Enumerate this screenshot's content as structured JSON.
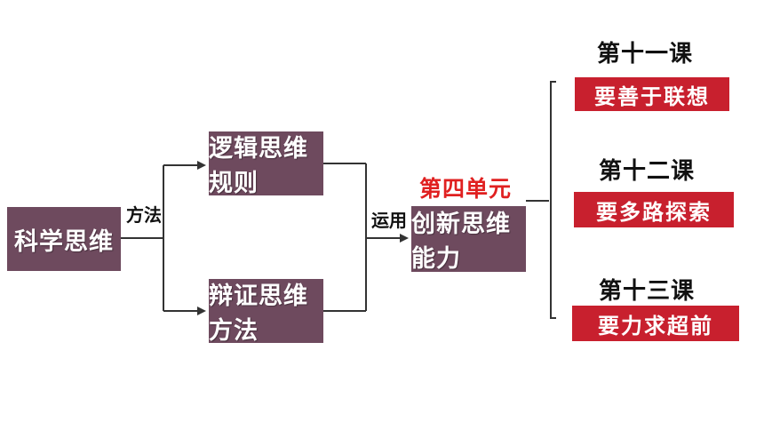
{
  "nodes": {
    "science_thinking": "科学思维",
    "logic_rules": "逻辑思维规则",
    "dialectic_methods": "辩证思维方法",
    "innovation_ability": "创新思维能力"
  },
  "edge_labels": {
    "method": "方法",
    "apply": "运用"
  },
  "unit_title": "第四单元",
  "lessons": [
    {
      "number": "第十一课",
      "title": "要善于联想"
    },
    {
      "number": "第十二课",
      "title": "要多路探索"
    },
    {
      "number": "第十三课",
      "title": "要力求超前"
    }
  ],
  "colors": {
    "node_fill": "#6e4a5e",
    "lesson_fill": "#c8202e",
    "unit_title": "#e02020",
    "connector": "#333333"
  }
}
